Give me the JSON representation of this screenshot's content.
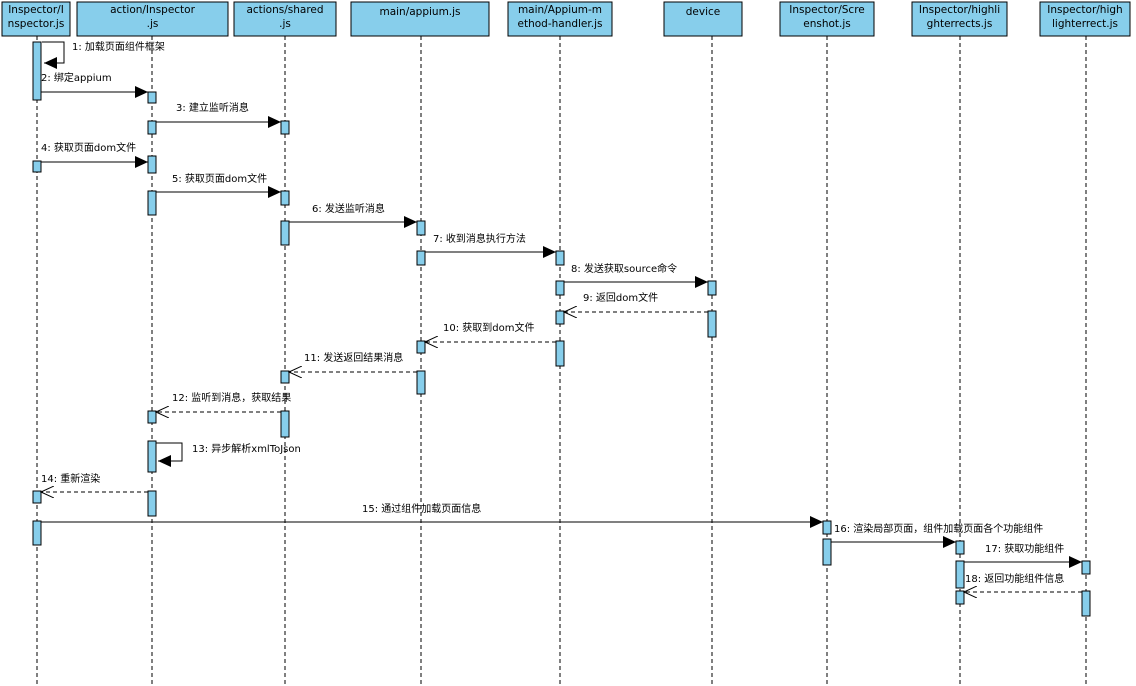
{
  "participants": [
    {
      "id": "p1",
      "label": [
        "Inspector/I",
        "nspector.js"
      ]
    },
    {
      "id": "p2",
      "label": [
        "action/Inspector",
        ".js"
      ]
    },
    {
      "id": "p3",
      "label": [
        "actions/shared",
        ".js"
      ]
    },
    {
      "id": "p4",
      "label": [
        "main/appium.js"
      ]
    },
    {
      "id": "p5",
      "label": [
        "main/Appium-m",
        "ethod-handler.js"
      ]
    },
    {
      "id": "p6",
      "label": [
        "device"
      ]
    },
    {
      "id": "p7",
      "label": [
        "Inspector/Scre",
        "enshot.js"
      ]
    },
    {
      "id": "p8",
      "label": [
        "Inspector/highli",
        "ghterrects.js"
      ]
    },
    {
      "id": "p9",
      "label": [
        "Inspector/high",
        "lighterrect.js"
      ]
    }
  ],
  "messages": [
    {
      "n": 1,
      "text": "1: 加载页面组件框架",
      "from": "p1",
      "to": "p1",
      "kind": "self"
    },
    {
      "n": 2,
      "text": "2: 绑定appium",
      "from": "p1",
      "to": "p2",
      "kind": "call"
    },
    {
      "n": 3,
      "text": "3: 建立监听消息",
      "from": "p2",
      "to": "p3",
      "kind": "call"
    },
    {
      "n": 4,
      "text": "4: 获取页面dom文件",
      "from": "p1",
      "to": "p2",
      "kind": "call"
    },
    {
      "n": 5,
      "text": "5: 获取页面dom文件",
      "from": "p2",
      "to": "p3",
      "kind": "call"
    },
    {
      "n": 6,
      "text": "6: 发送监听消息",
      "from": "p3",
      "to": "p4",
      "kind": "call"
    },
    {
      "n": 7,
      "text": "7: 收到消息执行方法",
      "from": "p4",
      "to": "p5",
      "kind": "call"
    },
    {
      "n": 8,
      "text": "8: 发送获取source命令",
      "from": "p5",
      "to": "p6",
      "kind": "call"
    },
    {
      "n": 9,
      "text": "9: 返回dom文件",
      "from": "p6",
      "to": "p5",
      "kind": "return"
    },
    {
      "n": 10,
      "text": "10: 获取到dom文件",
      "from": "p5",
      "to": "p4",
      "kind": "return"
    },
    {
      "n": 11,
      "text": "11: 发送返回结果消息",
      "from": "p4",
      "to": "p3",
      "kind": "return"
    },
    {
      "n": 12,
      "text": "12: 监听到消息，获取结果",
      "from": "p3",
      "to": "p2",
      "kind": "return"
    },
    {
      "n": 13,
      "text": "13: 异步解析xmlToJson",
      "from": "p2",
      "to": "p2",
      "kind": "self"
    },
    {
      "n": 14,
      "text": "14: 重新渲染",
      "from": "p2",
      "to": "p1",
      "kind": "return"
    },
    {
      "n": 15,
      "text": "15: 通过组件加载页面信息",
      "from": "p1",
      "to": "p7",
      "kind": "call"
    },
    {
      "n": 16,
      "text": "16: 渲染局部页面，组件加载页面各个功能组件",
      "from": "p7",
      "to": "p8",
      "kind": "call"
    },
    {
      "n": 17,
      "text": "17: 获取功能组件",
      "from": "p8",
      "to": "p9",
      "kind": "call"
    },
    {
      "n": 18,
      "text": "18: 返回功能组件信息",
      "from": "p9",
      "to": "p8",
      "kind": "return"
    }
  ],
  "colors": {
    "box_fill": "#87ceeb",
    "line": "#000000"
  }
}
